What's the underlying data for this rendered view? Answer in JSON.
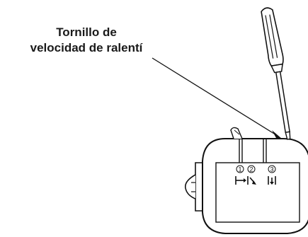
{
  "callout": {
    "line1": "Tornillo de",
    "line2": "velocidad de ralentí"
  },
  "markers": [
    {
      "number": "1"
    },
    {
      "number": "2"
    },
    {
      "number": "3"
    }
  ],
  "colors": {
    "ink": "#111111",
    "background": "#ffffff"
  }
}
